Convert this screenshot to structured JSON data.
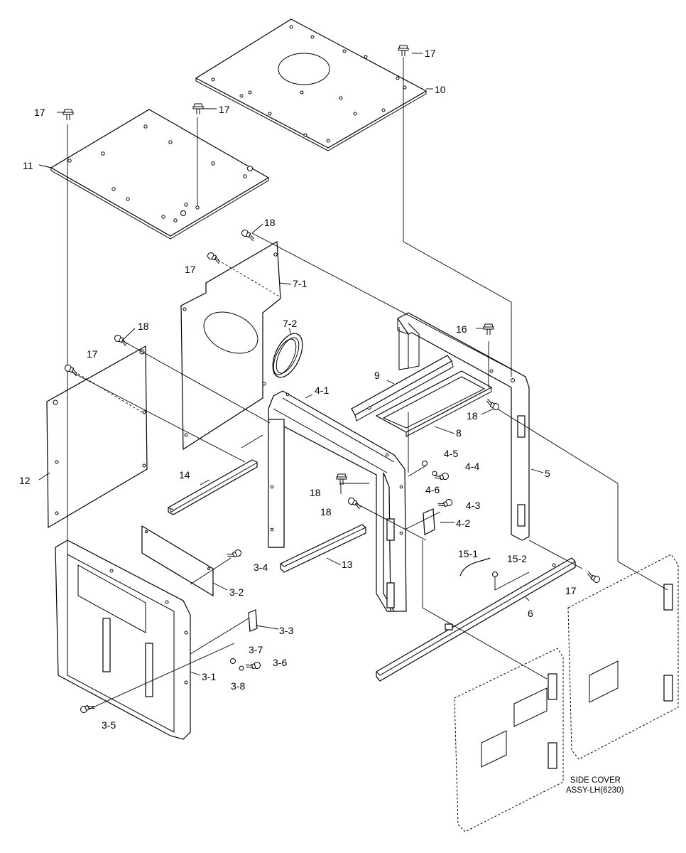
{
  "labels": {
    "l17a": "17",
    "l10": "10",
    "l17b": "17",
    "l17c": "17",
    "l11": "11",
    "l18a": "18",
    "l7_1": "7-1",
    "l17d": "17",
    "l7_2": "7-2",
    "l18b": "18",
    "l16": "16",
    "l17e": "17",
    "l9": "9",
    "l4_1": "4-1",
    "l18c": "18",
    "l8": "8",
    "l12": "12",
    "l4_5": "4-5",
    "l4_4": "4-4",
    "l5": "5",
    "l14": "14",
    "l4_6": "4-6",
    "l18d": "18",
    "l18e": "18",
    "l4_3": "4-3",
    "l4_2": "4-2",
    "l13": "13",
    "l15_1": "15-1",
    "l15_2": "15-2",
    "l3_4": "3-4",
    "l17f": "17",
    "l3_2": "3-2",
    "l6": "6",
    "l3_3": "3-3",
    "l3_7": "3-7",
    "l3_6": "3-6",
    "l3_1": "3-1",
    "l3_8": "3-8",
    "l3_5": "3-5"
  },
  "side_cover_note": {
    "line1": "SIDE COVER",
    "line2": "ASSY-LH(6230)"
  }
}
